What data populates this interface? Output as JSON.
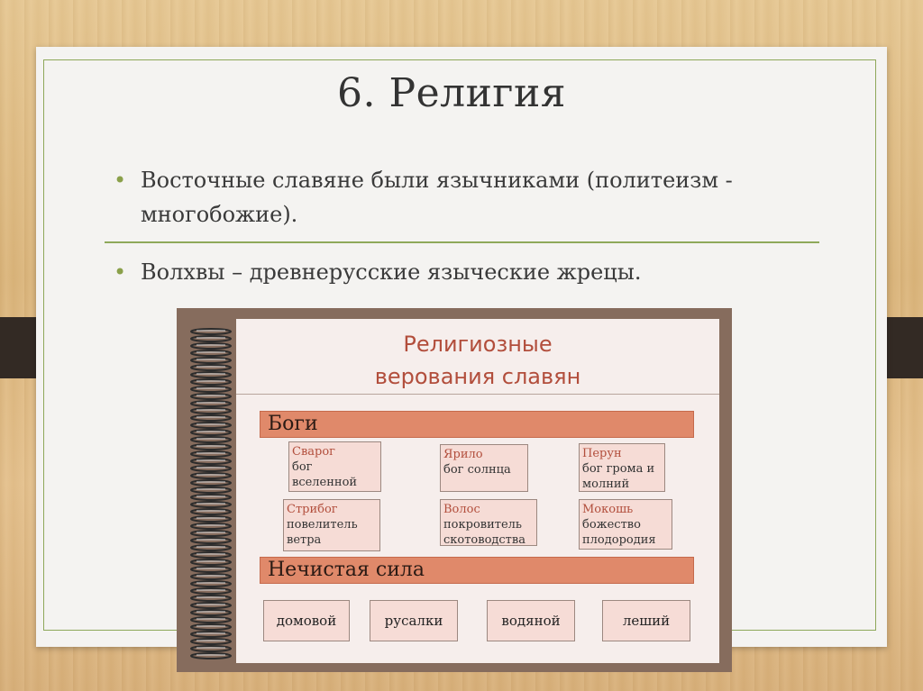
{
  "slide": {
    "title": "6. Религия",
    "bullets": [
      {
        "line1": "Восточные славяне были язычниками (политеизм -",
        "line2": "многобожие)."
      },
      {
        "line1": "Волхвы – древнерусские языческие жрецы."
      }
    ]
  },
  "notebook": {
    "title_line1": "Религиозные",
    "title_line2": "верования  славян",
    "gods_header": "Боги",
    "gods": [
      {
        "name": "Сварог",
        "desc1": "бог вселенной",
        "desc2": ""
      },
      {
        "name": "Ярило",
        "desc1": "бог солнца",
        "desc2": ""
      },
      {
        "name": "Перун",
        "desc1": "бог грома и",
        "desc2": "молний"
      },
      {
        "name": "Стрибог",
        "desc1": "повелитель",
        "desc2": "ветра"
      },
      {
        "name": "Волос",
        "desc1": "покровитель",
        "desc2": "скотоводства"
      },
      {
        "name": "Мокошь",
        "desc1": "божество",
        "desc2": "плодородия"
      }
    ],
    "spirits_header": "Нечистая сила",
    "spirits": [
      "домовой",
      "русалки",
      "водяной",
      "леший"
    ]
  },
  "colors": {
    "accent_green": "#8ea85a",
    "band_salmon": "#e0896a",
    "notebook_frame": "#866c5d",
    "god_name_red": "#b24e3c"
  }
}
